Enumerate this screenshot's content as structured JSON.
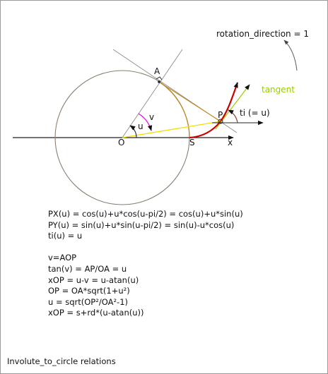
{
  "labels": {
    "rotation_direction": "rotation_direction = 1",
    "tangent": "tangent",
    "A": "A",
    "P": "P",
    "ti": "ti (= u)",
    "O": "O",
    "S": "S",
    "x": "x",
    "u": "u",
    "v": "v"
  },
  "formulas": [
    "PX(u) = cos(u)+u*cos(u-pi/2) = cos(u)+u*sin(u)",
    "PY(u) = sin(u)+u*sin(u-pi/2) = sin(u)-u*cos(u)",
    "ti(u) = u",
    "",
    "v=AOP",
    "tan(v) = AP/OA = u",
    "xOP = u-v = u-atan(u)",
    "OP = OA*sqrt(1+u²)",
    "u = sqrt(OP²/OA²-1)",
    "xOP = s+rd*(u-atan(u))"
  ],
  "caption": "Involute_to_circle relations",
  "colors": {
    "circle": "#8a8070",
    "gray_line": "#8c8c8c",
    "tan_line": "#c08a20",
    "involute": "#cc0000",
    "yellow_line": "#f0e000",
    "tangent_green": "#99cc00",
    "angle_v": "#ee00ee",
    "axis": "#222222"
  }
}
